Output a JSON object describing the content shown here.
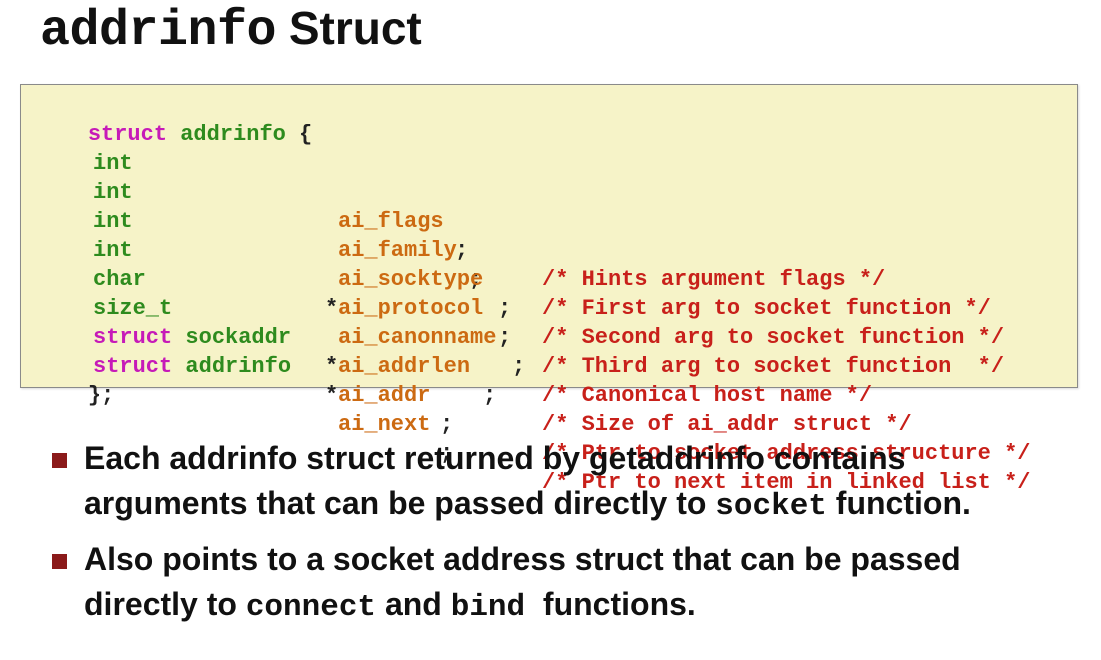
{
  "title": {
    "mono": "addrinfo",
    "rest": " Struct"
  },
  "code": {
    "lines": [
      {
        "kw": "struct",
        "name": " addrinfo",
        "open": " {"
      },
      {
        "type": "int",
        "star": "",
        "field": "ai_flags",
        "semi": ";",
        "comment": "/* Hints argument flags */"
      },
      {
        "type": "int",
        "star": "",
        "field": "ai_family",
        "semi": ";",
        "comment": "/* First arg to socket function */"
      },
      {
        "type": "int",
        "star": "",
        "field": "ai_socktype",
        "semi": ";",
        "comment": "/* Second arg to socket function */"
      },
      {
        "type": "int",
        "star": "",
        "field": "ai_protocol",
        "semi": ";",
        "comment": "/* Third arg to socket function  */"
      },
      {
        "type": "char",
        "star": "*",
        "field": "ai_canonname",
        "semi": ";",
        "comment": "/* Canonical host name */"
      },
      {
        "type": "size_t",
        "star": "",
        "field": "ai_addrlen",
        "semi": ";",
        "comment": "/* Size of ai_addr struct */"
      },
      {
        "kw": "struct",
        "type": " sockaddr",
        "star": "*",
        "field": "ai_addr",
        "semi": ";",
        "comment": "/* Ptr to socket address structure */"
      },
      {
        "kw": "struct",
        "type": " addrinfo",
        "star": "*",
        "field": "ai_next",
        "semi": ";",
        "comment": "/* Ptr to next item in linked list */"
      },
      {
        "close": "};"
      }
    ]
  },
  "bullets": [
    {
      "t1": "Each addrinfo struct returned by getaddrinfo contains",
      "t2": "arguments that can be passed directly to ",
      "mono": "socket",
      "t3": " function."
    },
    {
      "t1": "Also points to a socket address struct that can be passed",
      "t2": "directly to ",
      "mono1": "connect",
      "mid": " and ",
      "mono2": "bind",
      "t3": "  functions."
    }
  ],
  "colors": {
    "code_background": "#f6f3c8",
    "keyword": "#c61ab8",
    "type": "#2e8b1e",
    "identifier": "#cc6a12",
    "comment": "#c8201a",
    "bullet_marker": "#8b1a1a"
  }
}
